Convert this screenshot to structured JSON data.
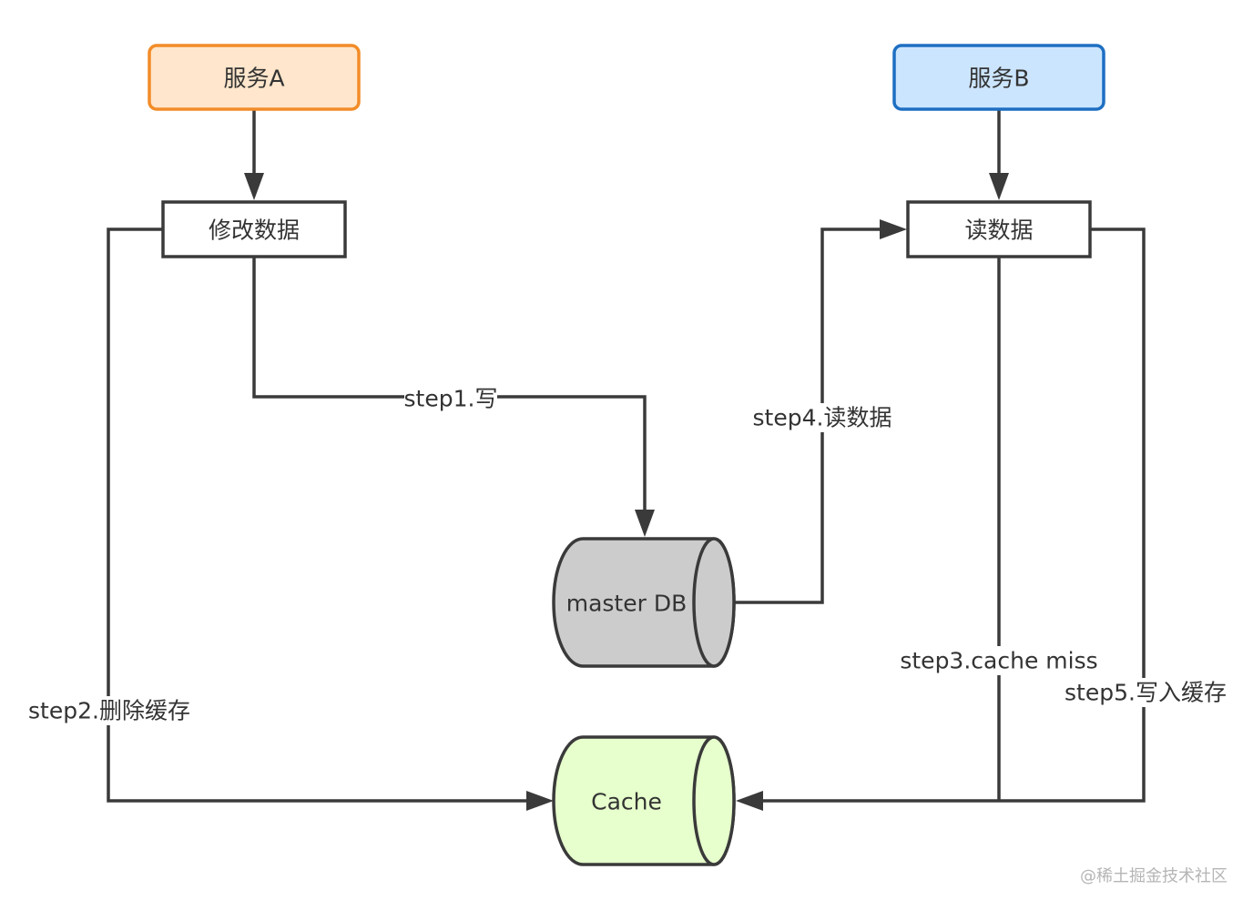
{
  "nodes": {
    "service_a": {
      "label": "服务A",
      "fill": "#ffe6cc",
      "stroke": "#f28c28"
    },
    "service_b": {
      "label": "服务B",
      "fill": "#cce5ff",
      "stroke": "#1e6fc2"
    },
    "modify_data": {
      "label": "修改数据",
      "fill": "#ffffff",
      "stroke": "#3a3a3a"
    },
    "read_data": {
      "label": "读数据",
      "fill": "#ffffff",
      "stroke": "#3a3a3a"
    },
    "master_db": {
      "label": "master DB",
      "fill": "#cccccc",
      "stroke": "#3a3a3a"
    },
    "cache": {
      "label": "Cache",
      "fill": "#e6ffcc",
      "stroke": "#3a3a3a"
    }
  },
  "edges": {
    "step1": "step1.写",
    "step2": "step2.删除缓存",
    "step3": "step3.cache miss",
    "step4": "step4.读数据",
    "step5": "step5.写入缓存"
  },
  "watermark": "@稀土掘金技术社区"
}
